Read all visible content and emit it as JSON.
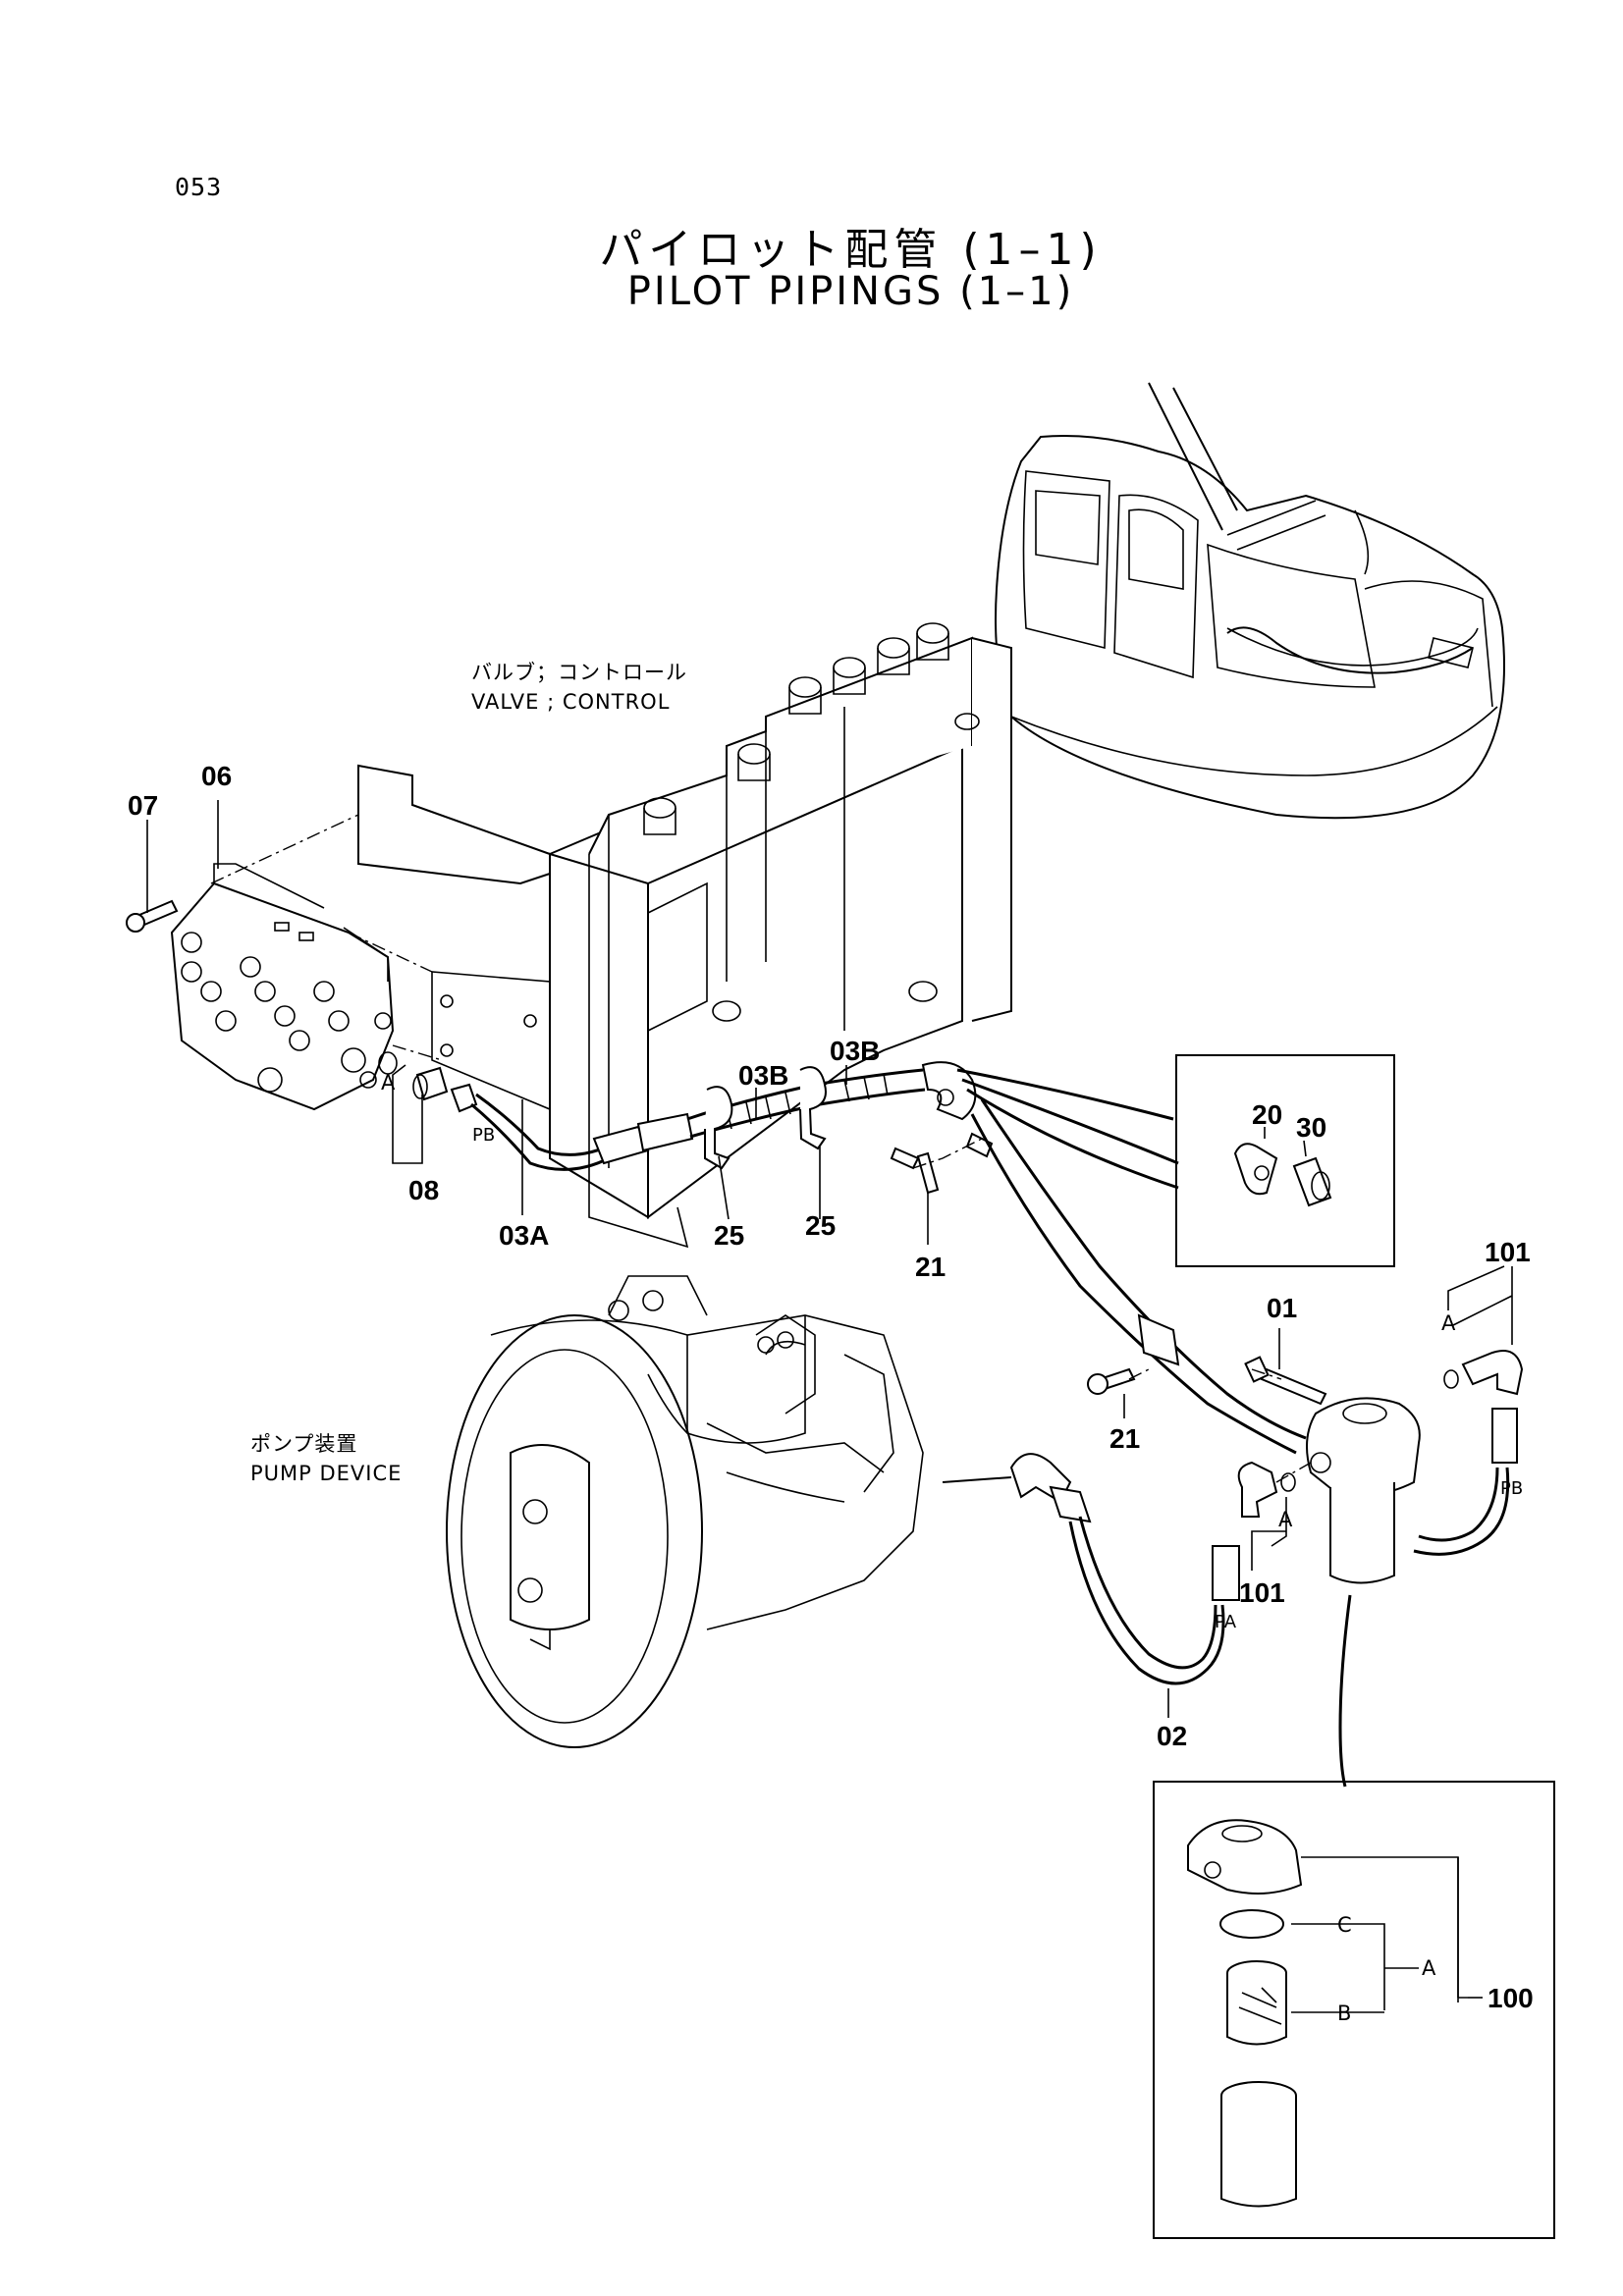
{
  "page": {
    "number": "053"
  },
  "title": {
    "japanese": "パイロット配管 (1–1)",
    "english": "PILOT PIPINGS (1–1)"
  },
  "components": {
    "valve_jp": "バルブ；コントロール",
    "valve_en": "VALVE ; CONTROL",
    "pump_jp": "ポンプ装置",
    "pump_en": "PUMP DEVICE"
  },
  "part_labels": {
    "p06": "06",
    "p07": "07",
    "p08": "08",
    "p03a": "03A",
    "p03b_1": "03B",
    "p03b_2": "03B",
    "p25_1": "25",
    "p25_2": "25",
    "p21_1": "21",
    "p21_2": "21",
    "p20": "20",
    "p30": "30",
    "p01": "01",
    "p02": "02",
    "p101_1": "101",
    "p101_2": "101",
    "p100": "100"
  },
  "port_labels": {
    "pb_1": "PB",
    "pb_2": "PB",
    "pa": "PA"
  },
  "ref_letters": {
    "a_1": "A",
    "a_2": "A",
    "a_3": "A",
    "a_detail": "A",
    "b": "B",
    "c": "C"
  }
}
